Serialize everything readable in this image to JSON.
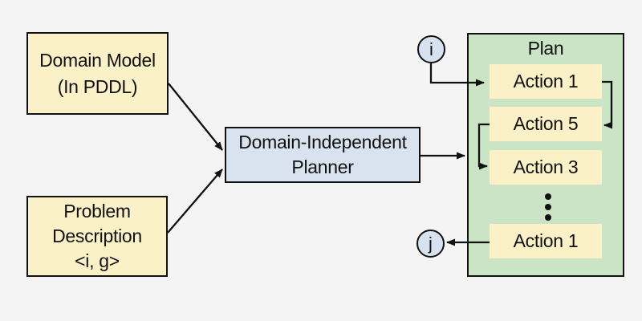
{
  "colors": {
    "background": "#f4f4f5",
    "ink": "#111111",
    "box_yellow": "#faf2c6",
    "box_blue": "#d9e3f0",
    "plan_green": "#cbe4c5",
    "circle_fill": "#d7e2f1"
  },
  "boxes": {
    "domain_model": {
      "line1": "Domain Model",
      "line2": "(In PDDL)"
    },
    "problem_description": {
      "line1": "Problem",
      "line2": "Description",
      "line3": "<i, g>"
    },
    "planner": {
      "line1": "Domain-Independent",
      "line2": "Planner"
    }
  },
  "plan_panel": {
    "title": "Plan",
    "actions": [
      "Action 1",
      "Action 5",
      "Action 3",
      "Action 1"
    ],
    "ellipsis": "⋮"
  },
  "markers": {
    "initial_state": "i",
    "goal_state": "j"
  }
}
